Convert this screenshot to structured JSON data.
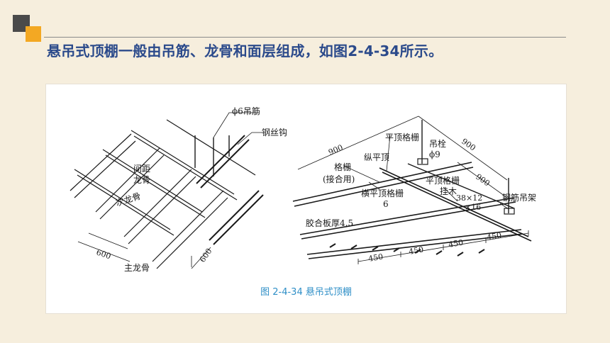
{
  "slide": {
    "headline": "悬吊式顶棚一般由吊筋、龙骨和面层组成，如图2-4-34所示。",
    "accent_colors": {
      "dark": "#4a4a4a",
      "orange": "#f3a823",
      "headline": "#2b4a8b",
      "caption": "#2f8fc7"
    }
  },
  "figure": {
    "caption": "图 2-4-34    悬吊式顶棚",
    "left_diagram": {
      "labels": {
        "hanger": "ϕ6吊筋",
        "wire_hook": "钢丝钩",
        "spacer_1": "间距",
        "spacer_2": "龙骨",
        "secondary": "次龙骨",
        "main": "主龙骨",
        "dim_a": "600",
        "dim_b": "600"
      }
    },
    "right_diagram": {
      "labels": {
        "flat_grid_top": "平顶格栅",
        "long_flat_1": "纵平顶",
        "grid_1": "格栅",
        "grid_2": "(接合用)",
        "dim_900_a": "900",
        "dim_900_b": "900",
        "dim_900_c": "900",
        "bolt_1": "吊栓",
        "bolt_2": "ϕ9",
        "flat_grid_hang_1": "平顶格栅",
        "flat_grid_hang_2": "挂木",
        "timber_1": "38×12",
        "timber_2": "×16",
        "steel_hanger": "钢筋吊架",
        "cross_grid": "横平顶格栅",
        "cross_grid_num": "6",
        "plywood": "胶合板厚4.5",
        "dim_450_a": "450",
        "dim_450_b": "450",
        "dim_450_c": "450",
        "dim_450_d": "450"
      }
    }
  }
}
